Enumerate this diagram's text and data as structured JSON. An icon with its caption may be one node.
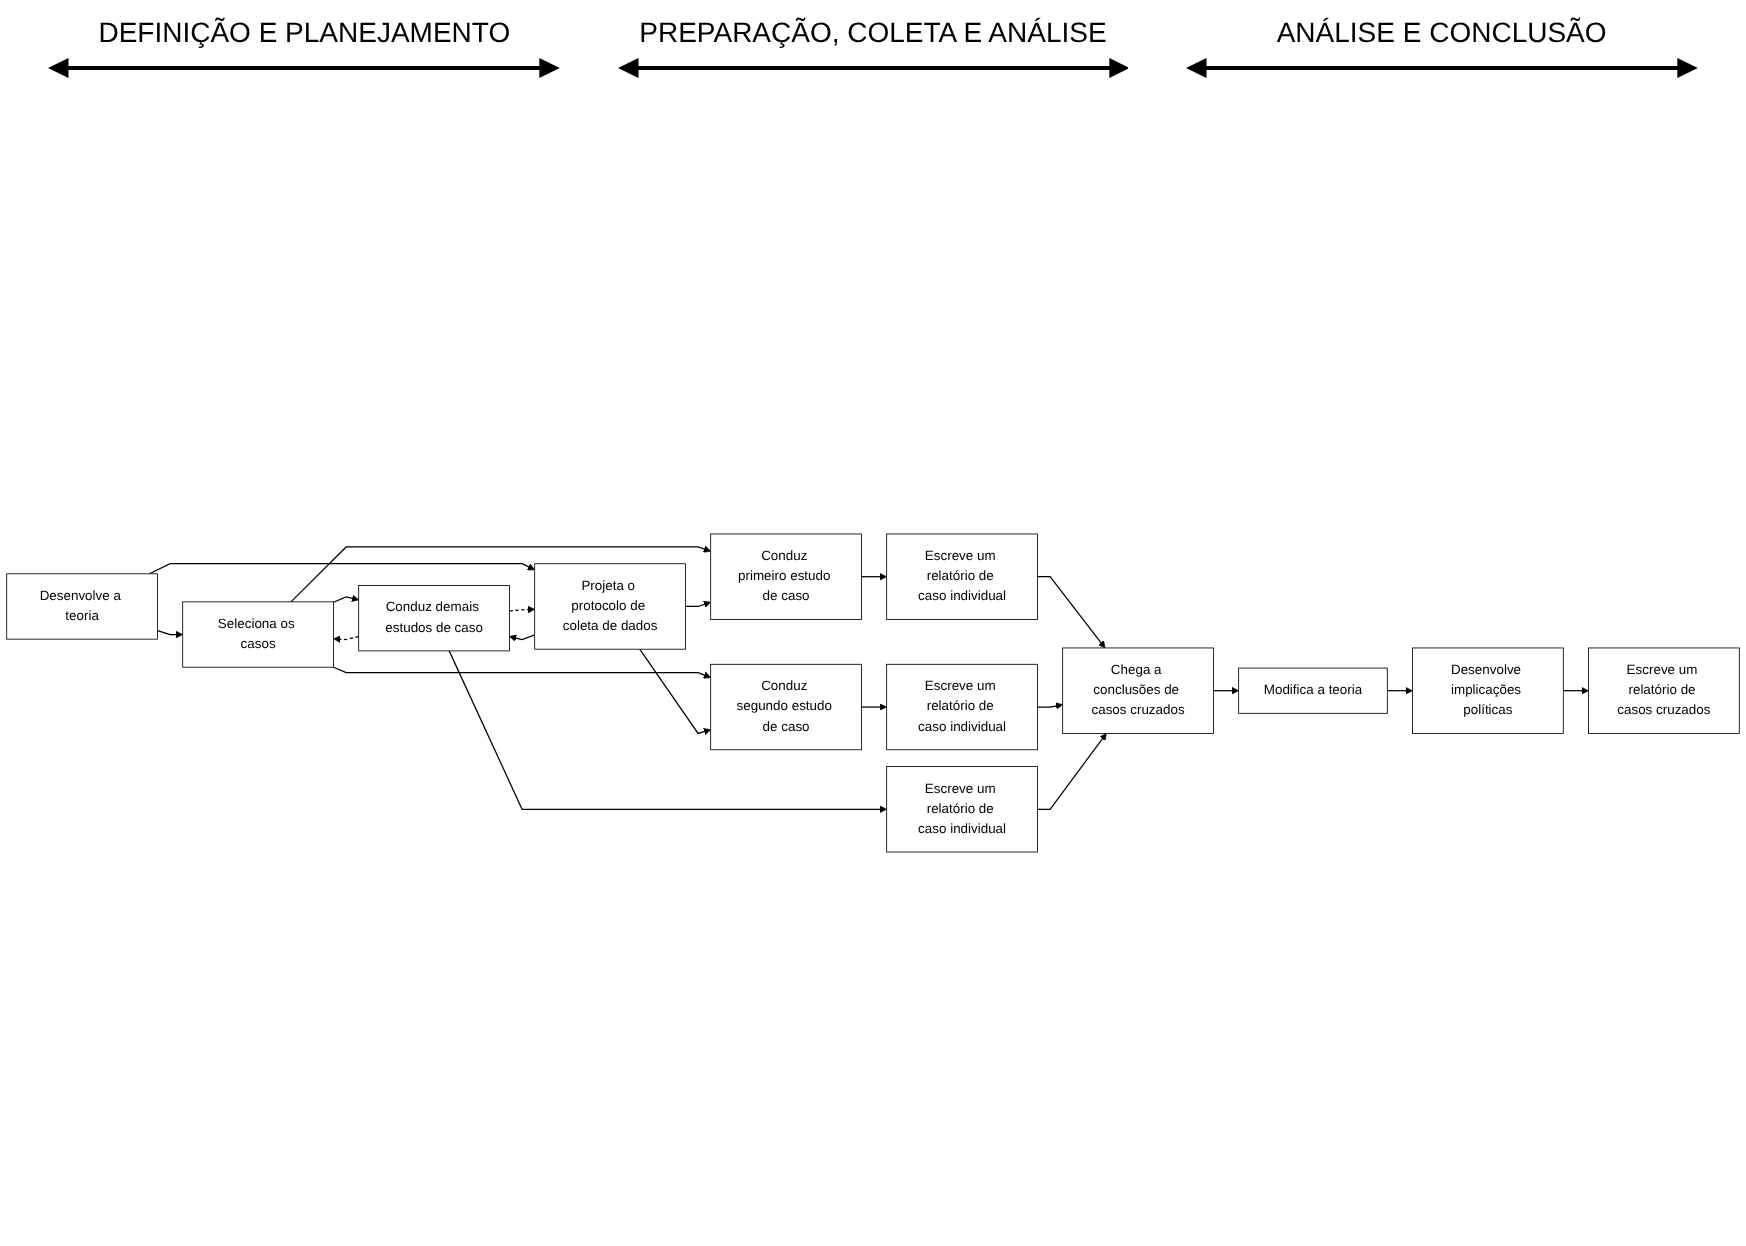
{
  "diagram": {
    "nodes": [
      {
        "text": [
          "Desenvolve a teoria"
        ]
      },
      {
        "text": [
          "Seleciona os casos"
        ]
      },
      {
        "text": [
          "Projeta o protocolo de coleta de dados"
        ]
      },
      {
        "text": [
          "Conduz primeiro estudo de caso"
        ]
      },
      {
        "text": [
          "Conduz segundo estudo de caso"
        ]
      },
      {
        "text": [
          "Conduz demais estudos de caso"
        ]
      },
      {
        "text": [
          "Escreve um relatório de caso individual"
        ]
      },
      {
        "text": [
          "Escreve um relatório de caso individual"
        ]
      },
      {
        "text": [
          "Escreve um relatório de caso individual"
        ]
      },
      {
        "text": [
          "Chega a conclusões de casos cruzados"
        ]
      },
      {
        "text": [
          "Modifica a teoria"
        ]
      },
      {
        "text": [
          "Desenvolve implicações políticas"
        ]
      },
      {
        "text": [
          "Escreve um relatório de casos cruzados"
        ]
      }
    ],
    "edges": [
      {
        "from": 0,
        "to": 1,
        "arrow": "to"
      },
      {
        "from": 0,
        "to": 2,
        "arrow": "to"
      },
      {
        "from": 1,
        "to": 3,
        "arrow": "to"
      },
      {
        "from": 1,
        "to": 4,
        "arrow": "to"
      },
      {
        "from": 1,
        "to": 5,
        "arrow": "to"
      },
      {
        "from": 2,
        "to": 3,
        "arrow": "to"
      },
      {
        "from": 2,
        "to": 4,
        "arrow": "to"
      },
      {
        "from": 2,
        "to": 5,
        "arrow": "to"
      },
      {
        "from": 3,
        "to": 6,
        "arrow": "to"
      },
      {
        "from": 4,
        "to": 7,
        "arrow": "to"
      },
      {
        "from": 5,
        "to": 8,
        "arrow": "to"
      },
      {
        "from": 6,
        "to": 9,
        "arrow": "to"
      },
      {
        "from": 7,
        "to": 9,
        "arrow": "to"
      },
      {
        "from": 8,
        "to": 9,
        "arrow": "to"
      },
      {
        "from": 9,
        "to": 10,
        "arrow": "to"
      },
      {
        "from": 10,
        "to": 11,
        "arrow": "to"
      },
      {
        "from": 11,
        "to": 12,
        "arrow": "to"
      },
      {
        "from": 5,
        "to": 1,
        "arrow": "to",
        "style": "dashed"
      },
      {
        "from": 5,
        "to": 2,
        "arrow": "to",
        "style": "dashed"
      }
    ],
    "labels": [
      "DEFINIÇÃO E PLANEJAMENTO",
      "PREPARAÇÃO, COLETA E ANÁLISE",
      "ANÁLISE E CONCLUSÃO"
    ]
  }
}
